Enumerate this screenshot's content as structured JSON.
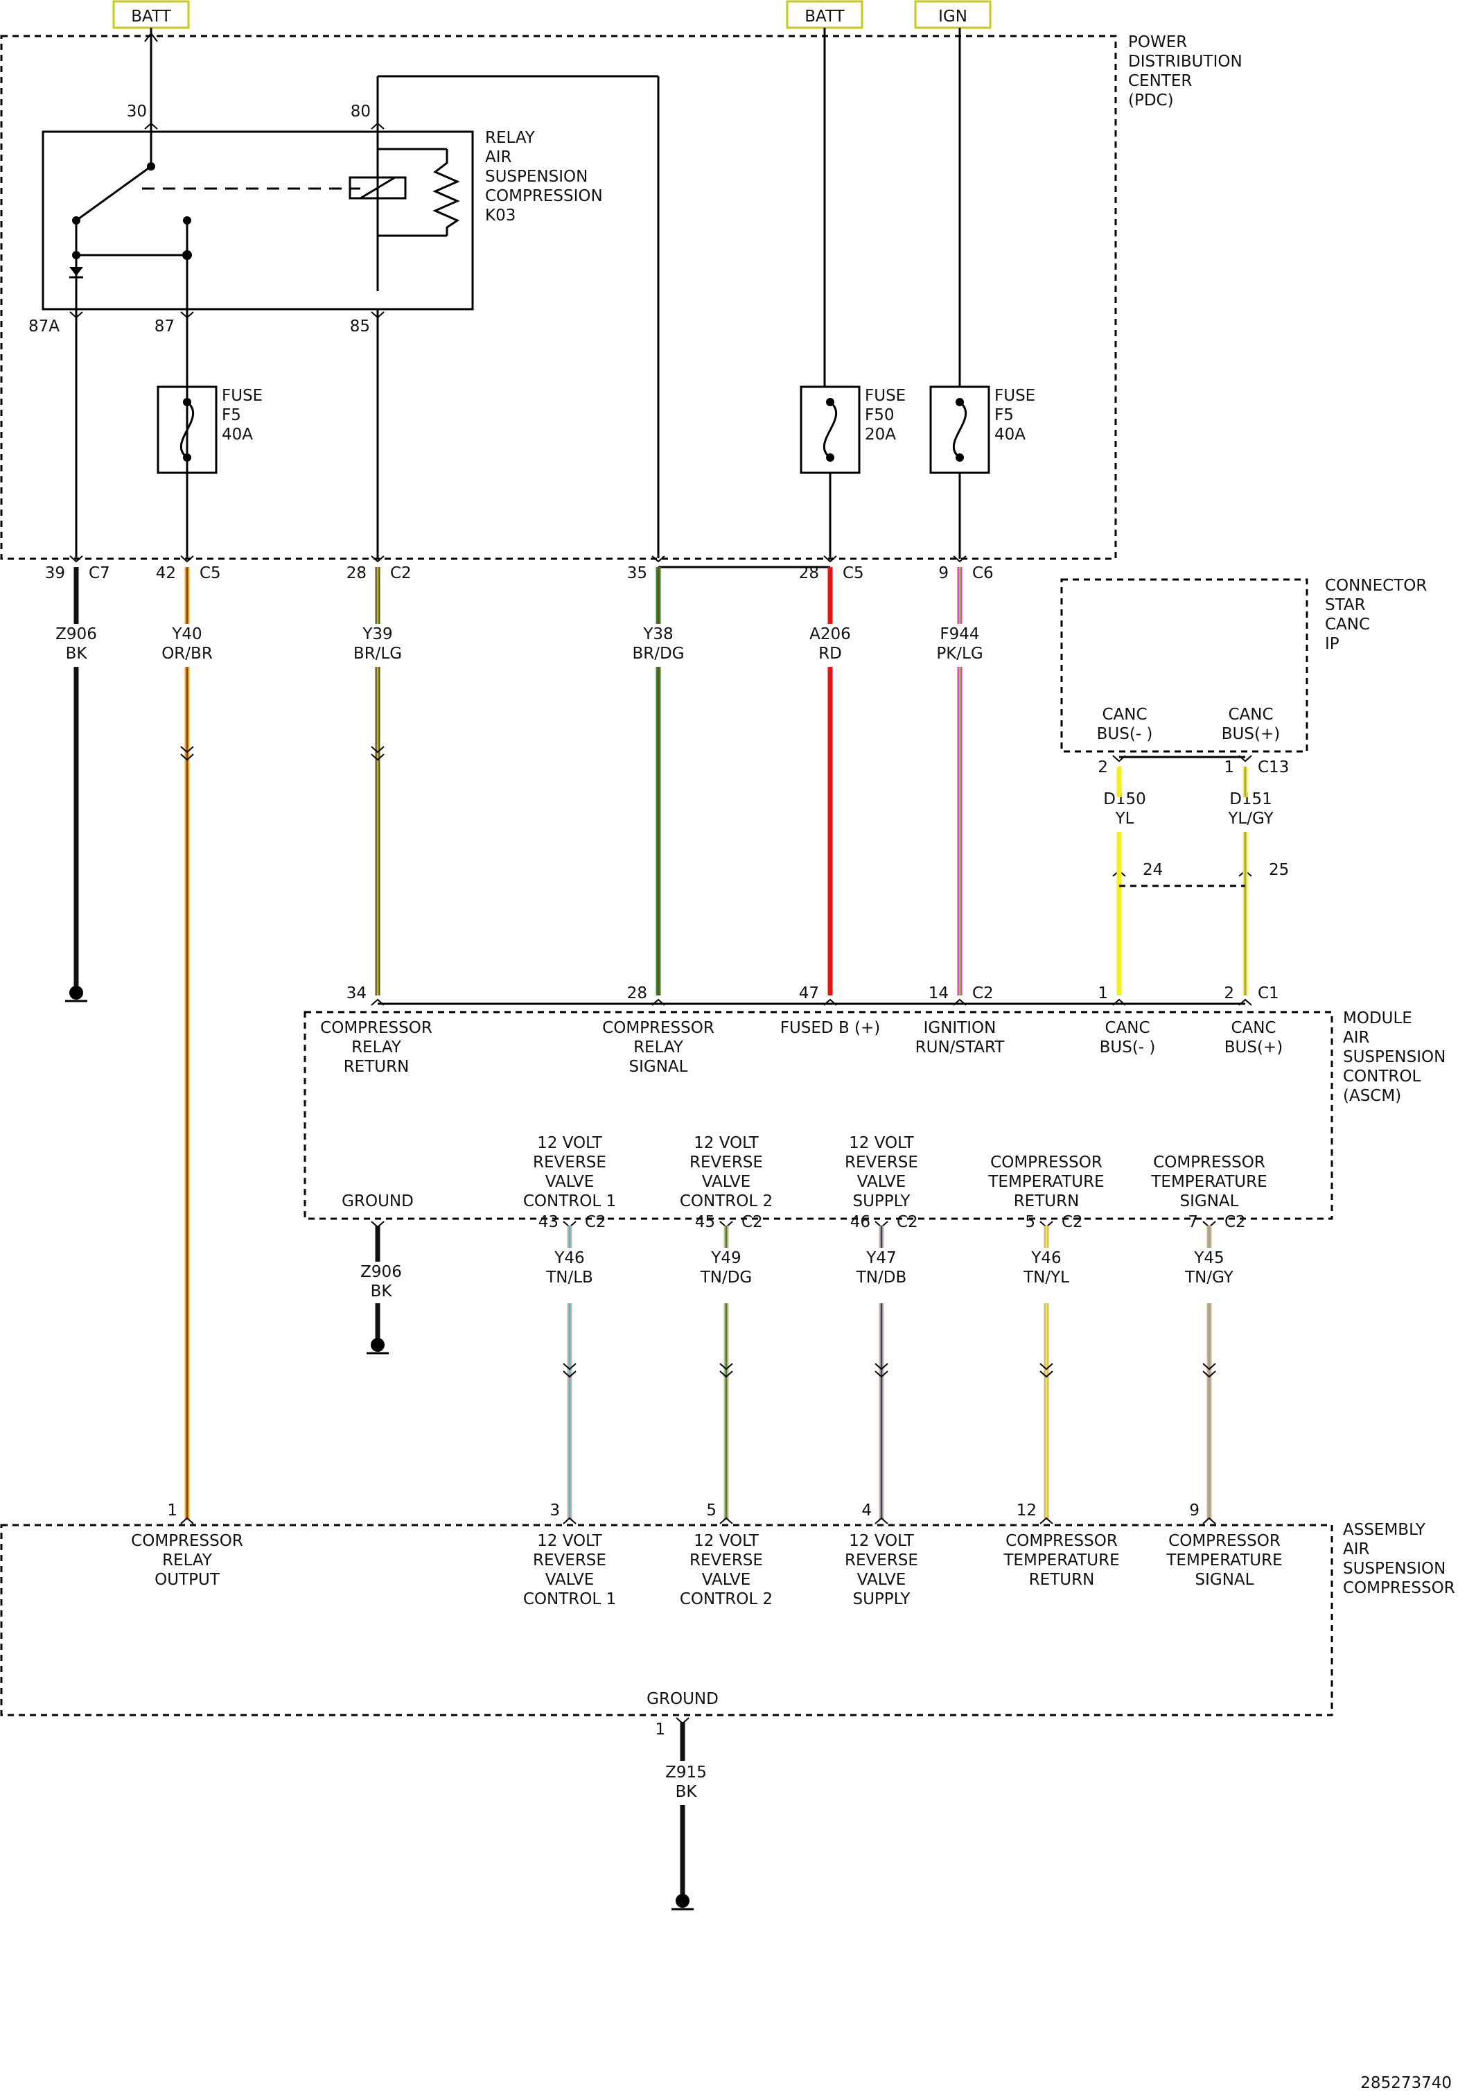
{
  "sources": [
    "BATT",
    "BATT",
    "IGN"
  ],
  "pdc": {
    "label": [
      "POWER",
      "DISTRIBUTION",
      "CENTER",
      "(PDC)"
    ]
  },
  "relay": {
    "label": [
      "RELAY",
      "AIR",
      "SUSPENSION",
      "COMPRESSION",
      "K03"
    ],
    "pins": [
      "30",
      "80",
      "87A",
      "87",
      "85"
    ]
  },
  "fuses": [
    {
      "label": [
        "FUSE",
        "F5",
        "40A"
      ]
    },
    {
      "label": [
        "FUSE",
        "F50",
        "20A"
      ]
    },
    {
      "label": [
        "FUSE",
        "F5",
        "40A"
      ]
    }
  ],
  "pdc_pins": [
    {
      "pin": "39",
      "conn": "C7"
    },
    {
      "pin": "42",
      "conn": "C5"
    },
    {
      "pin": "28",
      "conn": "C2"
    },
    {
      "pin": "35",
      "conn": ""
    },
    {
      "pin": "28",
      "conn": "C5"
    },
    {
      "pin": "9",
      "conn": "C6"
    }
  ],
  "wires_top": [
    {
      "id": "Z906",
      "color": "BK"
    },
    {
      "id": "Y40",
      "color": "OR/BR"
    },
    {
      "id": "Y39",
      "color": "BR/LG"
    },
    {
      "id": "Y38",
      "color": "BR/DG"
    },
    {
      "id": "A206",
      "color": "RD"
    },
    {
      "id": "F944",
      "color": "PK/LG"
    }
  ],
  "star": {
    "label": [
      "CONNECTOR",
      "STAR",
      "CANC",
      "IP"
    ],
    "pins": [
      {
        "name": [
          "CANC",
          "BUS(- )"
        ]
      },
      {
        "name": [
          "CANC",
          "BUS(+)"
        ]
      }
    ],
    "pin_nums": [
      "2",
      "1"
    ],
    "conn": "C13",
    "wires": [
      {
        "id": "D150",
        "color": "YL"
      },
      {
        "id": "D151",
        "color": "YL/GY"
      }
    ],
    "splices": [
      "24",
      "25"
    ]
  },
  "ascm": {
    "label": [
      "MODULE",
      "AIR",
      "SUSPENSION",
      "CONTROL",
      "(ASCM)"
    ],
    "top_pins": [
      {
        "pin": "34",
        "conn": "",
        "name": [
          "COMPRESSOR",
          "RELAY",
          "RETURN"
        ]
      },
      {
        "pin": "28",
        "conn": "",
        "name": [
          "COMPRESSOR",
          "RELAY",
          "SIGNAL"
        ]
      },
      {
        "pin": "47",
        "conn": "",
        "name": [
          "FUSED B (+)"
        ]
      },
      {
        "pin": "14",
        "conn": "C2",
        "name": [
          "IGNITION",
          "RUN/START"
        ]
      },
      {
        "pin": "1",
        "conn": "",
        "name": [
          "CANC",
          "BUS(- )"
        ]
      },
      {
        "pin": "2",
        "conn": "C1",
        "name": [
          "CANC",
          "BUS(+)"
        ]
      }
    ],
    "ground_label": "GROUND",
    "bottom_pins": [
      {
        "pin": "43",
        "conn": "C2",
        "name": [
          "12 VOLT",
          "REVERSE",
          "VALVE",
          "CONTROL 1"
        ],
        "wire": "Y46",
        "color": "TN/LB"
      },
      {
        "pin": "45",
        "conn": "C2",
        "name": [
          "12 VOLT",
          "REVERSE",
          "VALVE",
          "CONTROL 2"
        ],
        "wire": "Y49",
        "color": "TN/DG"
      },
      {
        "pin": "46",
        "conn": "C2",
        "name": [
          "12 VOLT",
          "REVERSE",
          "VALVE",
          "SUPPLY"
        ],
        "wire": "Y47",
        "color": "TN/DB"
      },
      {
        "pin": "5",
        "conn": "C2",
        "name": [
          "COMPRESSOR",
          "TEMPERATURE",
          "RETURN"
        ],
        "wire": "Y46",
        "color": "TN/YL"
      },
      {
        "pin": "7",
        "conn": "C2",
        "name": [
          "COMPRESSOR",
          "TEMPERATURE",
          "SIGNAL"
        ],
        "wire": "Y45",
        "color": "TN/GY"
      }
    ],
    "ground_wire": {
      "id": "Z906",
      "color": "BK"
    }
  },
  "compressor": {
    "label": [
      "ASSEMBLY",
      "AIR",
      "SUSPENSION",
      "COMPRESSOR"
    ],
    "pins": [
      {
        "pin": "1",
        "name": [
          "COMPRESSOR",
          "RELAY",
          "OUTPUT"
        ]
      },
      {
        "pin": "3",
        "name": [
          "12 VOLT",
          "REVERSE",
          "VALVE",
          "CONTROL 1"
        ]
      },
      {
        "pin": "5",
        "name": [
          "12 VOLT",
          "REVERSE",
          "VALVE",
          "CONTROL 2"
        ]
      },
      {
        "pin": "4",
        "name": [
          "12 VOLT",
          "REVERSE",
          "VALVE",
          "SUPPLY"
        ]
      },
      {
        "pin": "12",
        "name": [
          "COMPRESSOR",
          "TEMPERATURE",
          "RETURN"
        ]
      },
      {
        "pin": "9",
        "name": [
          "COMPRESSOR",
          "TEMPERATURE",
          "SIGNAL"
        ]
      }
    ],
    "ground_label": "GROUND",
    "ground_pin": "1",
    "ground_wire": {
      "id": "Z915",
      "color": "BK"
    }
  },
  "doc_id": "285273740",
  "colors": {
    "black": "#111111",
    "orange": "#f5a623",
    "brown": "#7a4a1e",
    "light_green": "#9ccc3c",
    "dark_green": "#2e8b2e",
    "red": "#ee1111",
    "pink": "#e040c0",
    "yellow": "#f4ef1c",
    "gray": "#9a9a9a",
    "tan": "#d2b48c",
    "light_blue": "#4fb3e8",
    "dark_blue": "#2b3f8f"
  }
}
